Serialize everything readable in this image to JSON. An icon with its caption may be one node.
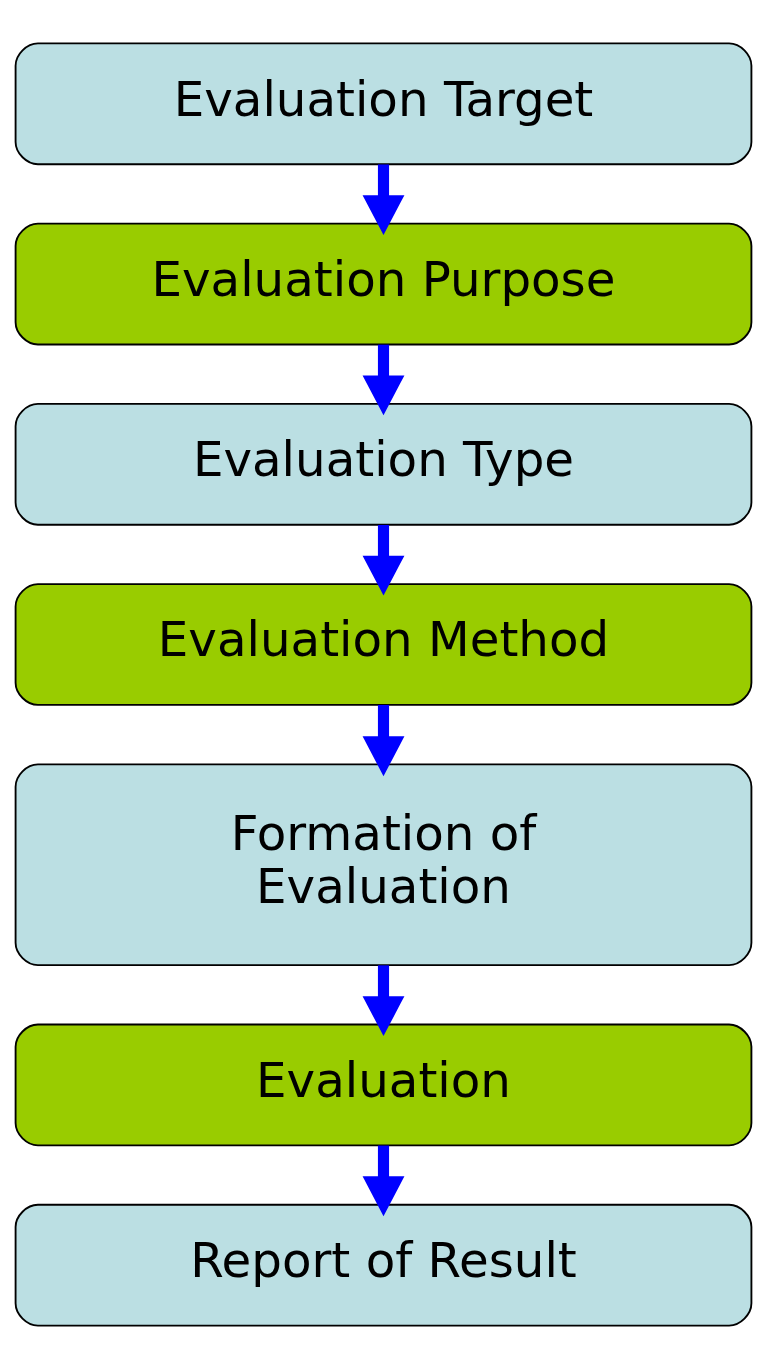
{
  "diagram": {
    "nodes": [
      {
        "text": [
          "Evaluation Target"
        ]
      },
      {
        "text": [
          "Evaluation Purpose"
        ]
      },
      {
        "text": [
          "Evaluation Type"
        ]
      },
      {
        "text": [
          "Evaluation Method"
        ]
      },
      {
        "text": [
          "Formation of Evaluation"
        ]
      },
      {
        "text": [
          "Evaluation"
        ]
      },
      {
        "text": [
          "Report of Result"
        ]
      }
    ],
    "edges": [
      {
        "from": 0,
        "to": 1,
        "arrow": "to"
      },
      {
        "from": 1,
        "to": 2,
        "arrow": "to"
      },
      {
        "from": 2,
        "to": 3,
        "arrow": "to"
      },
      {
        "from": 3,
        "to": 4,
        "arrow": "to"
      },
      {
        "from": 4,
        "to": 5,
        "arrow": "to"
      },
      {
        "from": 5,
        "to": 6,
        "arrow": "to"
      }
    ]
  }
}
